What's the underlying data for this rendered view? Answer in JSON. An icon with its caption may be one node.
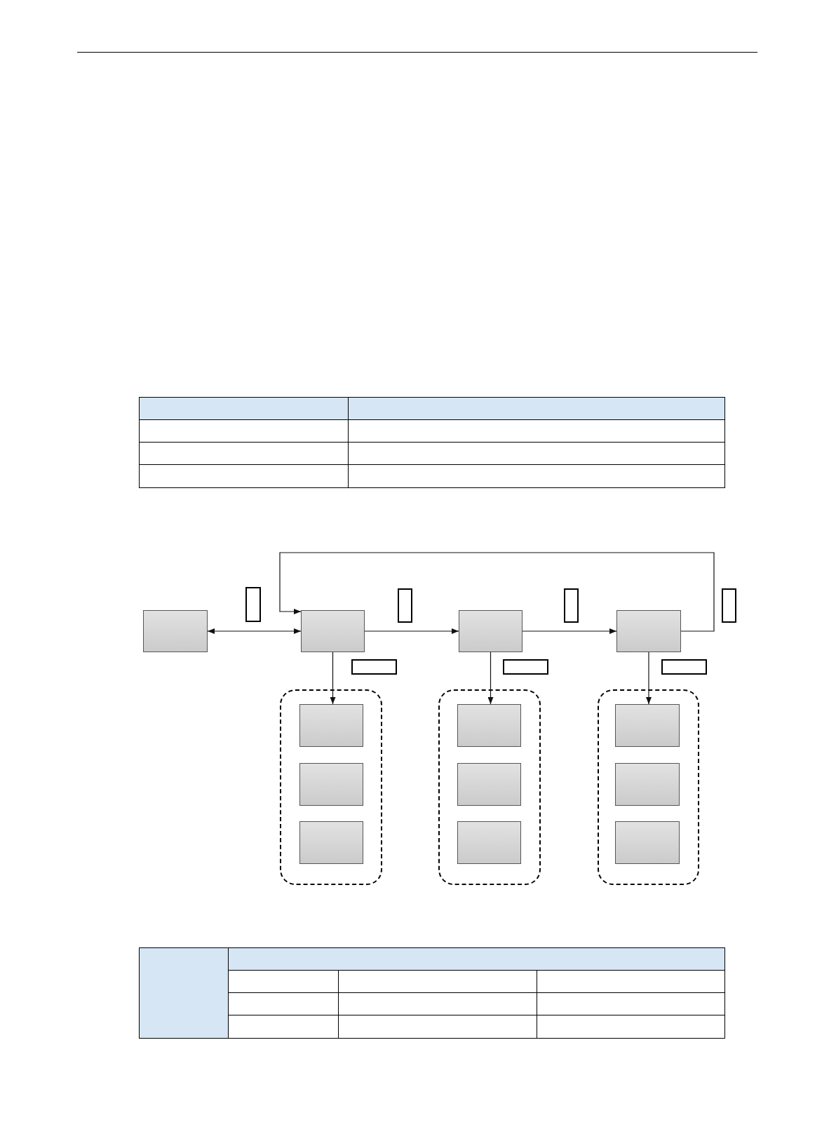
{
  "diagram": {
    "nodes": [
      {
        "text": [],
        "shape": "box"
      },
      {
        "text": [],
        "shape": "box"
      },
      {
        "text": [],
        "shape": "box"
      },
      {
        "text": [],
        "shape": "box"
      },
      {
        "text": [],
        "shape": "box"
      },
      {
        "text": [],
        "shape": "box"
      },
      {
        "text": [],
        "shape": "box"
      },
      {
        "text": [],
        "shape": "box"
      },
      {
        "text": [],
        "shape": "box"
      },
      {
        "text": [],
        "shape": "box"
      },
      {
        "text": [],
        "shape": "box"
      },
      {
        "text": [],
        "shape": "box"
      },
      {
        "text": [],
        "shape": "box",
        "in": 11
      },
      {
        "text": [],
        "shape": "box",
        "in": 11
      },
      {
        "text": [],
        "shape": "box",
        "in": 11
      },
      {
        "text": [],
        "shape": "box"
      },
      {
        "text": [],
        "shape": "box",
        "in": 15
      },
      {
        "text": [],
        "shape": "box",
        "in": 15
      },
      {
        "text": [],
        "shape": "box",
        "in": 15
      },
      {
        "text": [],
        "shape": "box"
      },
      {
        "text": [],
        "shape": "box",
        "in": 19
      },
      {
        "text": [],
        "shape": "box",
        "in": 19
      },
      {
        "text": [],
        "shape": "box",
        "in": 19
      }
    ],
    "edges": [
      {
        "from": 0,
        "to": 1,
        "arrow": "both"
      },
      {
        "from": 1,
        "to": 2,
        "arrow": "to"
      },
      {
        "from": 2,
        "to": 3,
        "arrow": "to"
      },
      {
        "from": 3,
        "to": 1,
        "arrow": "to"
      },
      {
        "from": 1,
        "to": 12,
        "arrow": "to"
      },
      {
        "from": 2,
        "to": 16,
        "arrow": "to"
      },
      {
        "from": 3,
        "to": 20,
        "arrow": "to"
      }
    ]
  }
}
